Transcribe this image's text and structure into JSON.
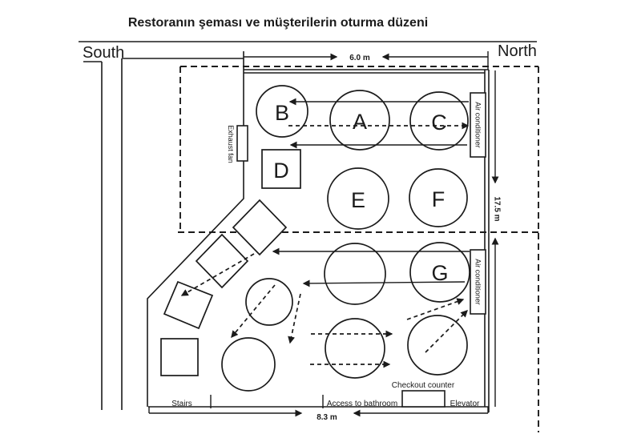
{
  "title": "Restoranın şeması ve müşterilerin oturma düzeni",
  "compass": {
    "south": "South",
    "north": "North"
  },
  "dimensions": {
    "front_width": "6.0 m",
    "depth": "17.5 m",
    "back_width": "8.3 m"
  },
  "equipment": {
    "exhaust_fan": "Exhaust fan",
    "air_conditioner_upper": "Air conditioner",
    "air_conditioner_lower": "Air conditioner"
  },
  "tables": {
    "a": "A",
    "b": "B",
    "c": "C",
    "d": "D",
    "e": "E",
    "f": "F",
    "g": "G"
  },
  "facilities": {
    "stairs": "Stairs",
    "bathroom_access": "Access to bathroom",
    "checkout_counter": "Checkout counter",
    "elevator": "Elevator"
  },
  "colors": {
    "ink": "#1b1b1b",
    "background": "#ffffff"
  }
}
